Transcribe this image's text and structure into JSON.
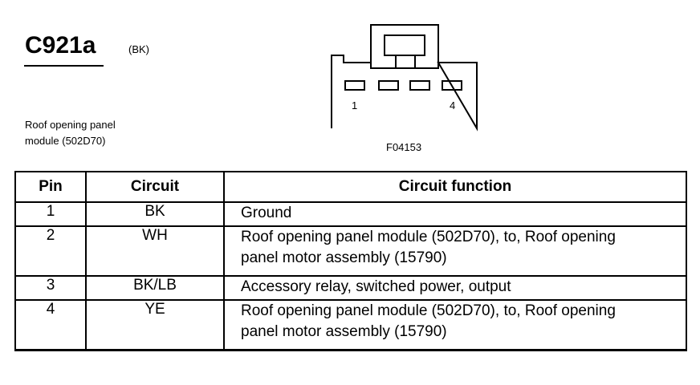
{
  "header": {
    "connector_id": "C921a",
    "connector_color": "(BK)",
    "module_line1": "Roof opening panel",
    "module_line2": "module (502D70)"
  },
  "figure": {
    "reference": "F04153",
    "pin_first": "1",
    "pin_last": "4",
    "pin_count": 4
  },
  "table": {
    "headers": {
      "pin": "Pin",
      "circuit": "Circuit",
      "function": "Circuit function"
    },
    "rows": [
      {
        "pin": "1",
        "circuit": "BK",
        "function_line1": "Ground",
        "function_line2": ""
      },
      {
        "pin": "2",
        "circuit": "WH",
        "function_line1": "Roof opening panel module (502D70), to, Roof opening",
        "function_line2": "panel motor assembly (15790)"
      },
      {
        "pin": "3",
        "circuit": "BK/LB",
        "function_line1": "Accessory relay, switched power, output",
        "function_line2": ""
      },
      {
        "pin": "4",
        "circuit": "YE",
        "function_line1": "Roof opening panel module (502D70), to, Roof opening",
        "function_line2": "panel motor assembly (15790)"
      }
    ]
  }
}
